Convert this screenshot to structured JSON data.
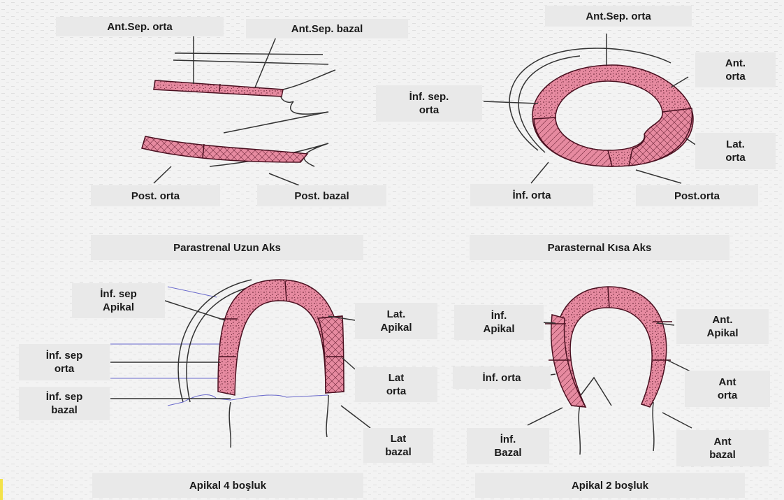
{
  "diagram": {
    "colors": {
      "segment_fill": "#e68aa0",
      "segment_stroke": "#4a1020",
      "line": "#333333",
      "label_bg": "#e9e9e9"
    },
    "panels": [
      {
        "title": "Parastrenal Uzun Aks",
        "labels": {
          "ant_sep_orta": "Ant.Sep. orta",
          "ant_sep_bazal": "Ant.Sep. bazal",
          "post_orta": "Post. orta",
          "post_bazal": "Post. bazal"
        }
      },
      {
        "title": "Parasternal Kısa Aks",
        "labels": {
          "ant_sep_orta": "Ant.Sep. orta",
          "ant_orta": [
            "Ant.",
            "orta"
          ],
          "inf_sep_orta": [
            "İnf. sep.",
            "orta"
          ],
          "lat_orta": [
            "Lat.",
            "orta"
          ],
          "inf_orta": "İnf. orta",
          "post_orta": "Post.orta"
        }
      },
      {
        "title": "Apikal 4 boşluk",
        "labels": {
          "inf_sep_apikal": [
            "İnf. sep",
            "Apikal"
          ],
          "lat_apikal": [
            "Lat.",
            "Apikal"
          ],
          "inf_sep_orta": [
            "İnf. sep",
            "orta"
          ],
          "lat_orta": [
            "Lat",
            "orta"
          ],
          "inf_sep_bazal": [
            "İnf. sep",
            "bazal"
          ],
          "lat_bazal": [
            "Lat",
            "bazal"
          ]
        }
      },
      {
        "title": "Apikal 2 boşluk",
        "labels": {
          "inf_apikal": [
            "İnf.",
            "Apikal"
          ],
          "ant_apikal": [
            "Ant.",
            "Apikal"
          ],
          "inf_orta": "İnf. orta",
          "ant_orta": [
            "Ant",
            "orta"
          ],
          "inf_bazal": [
            "İnf.",
            "Bazal"
          ],
          "ant_bazal": [
            "Ant",
            "bazal"
          ]
        }
      }
    ]
  }
}
